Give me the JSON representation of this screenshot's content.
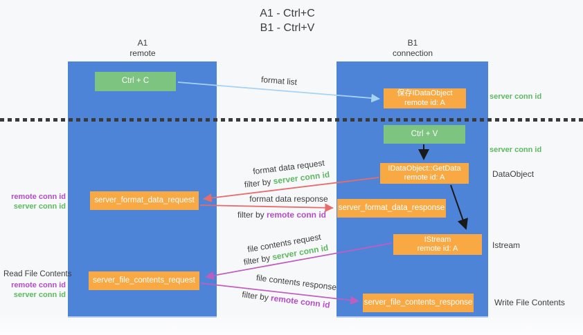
{
  "title": {
    "line1": "A1 - Ctrl+C",
    "line2": "B1 - Ctrl+V"
  },
  "columns": {
    "a": {
      "name": "A1",
      "subtitle": "remote"
    },
    "b": {
      "name": "B1",
      "subtitle": "connection"
    }
  },
  "boxes": {
    "ctrl_c": "Ctrl + C",
    "ctrl_v": "Ctrl + V",
    "save_dataobject": {
      "line1": "保存IDataObject",
      "line2": "remote id: A"
    },
    "getdata": {
      "line1": "IDataObject::GetData",
      "line2": "remote id: A"
    },
    "istream": {
      "line1": "IStream",
      "line2": "remote id: A"
    },
    "format_request": "server_format_data_request",
    "format_response": "server_format_data_response",
    "file_request": "server_file_contents_request",
    "file_response": "server_file_contents_response"
  },
  "side_labels": {
    "server_conn_top": "server conn id",
    "server_conn_mid": "server conn id",
    "dataobject": "DataObject",
    "istream": "Istream",
    "write_file": "Write File Contents",
    "read_file": "Read File Contents",
    "left_format": {
      "remote": "remote conn id",
      "server": "server conn id"
    },
    "left_file": {
      "remote": "remote conn id",
      "server": "server conn id"
    }
  },
  "arrow_labels": {
    "format_list": "format list",
    "format_request": "format data request",
    "format_request_filter": {
      "prefix": "filter by ",
      "colored": "server conn id"
    },
    "format_response": "format data response",
    "format_response_filter": {
      "prefix": "filter by ",
      "colored": "remote conn id"
    },
    "file_request": "file contents request",
    "file_request_filter": {
      "prefix": "filter by ",
      "colored": "server conn id"
    },
    "file_response": "file contents response",
    "file_response_filter": {
      "prefix": "filter by ",
      "colored": "remote conn id"
    }
  },
  "colors": {
    "column_blue": "#4d84d8",
    "green_box": "#7cc47f",
    "orange_box": "#f8a944",
    "red_arrow": "#e96c6c",
    "purple_arrow": "#c05ec0",
    "light_blue_arrow": "#a6d3f3",
    "black_arrow": "#1a1a1a",
    "green_text": "#5cb961",
    "purple_text": "#b44bc8"
  }
}
